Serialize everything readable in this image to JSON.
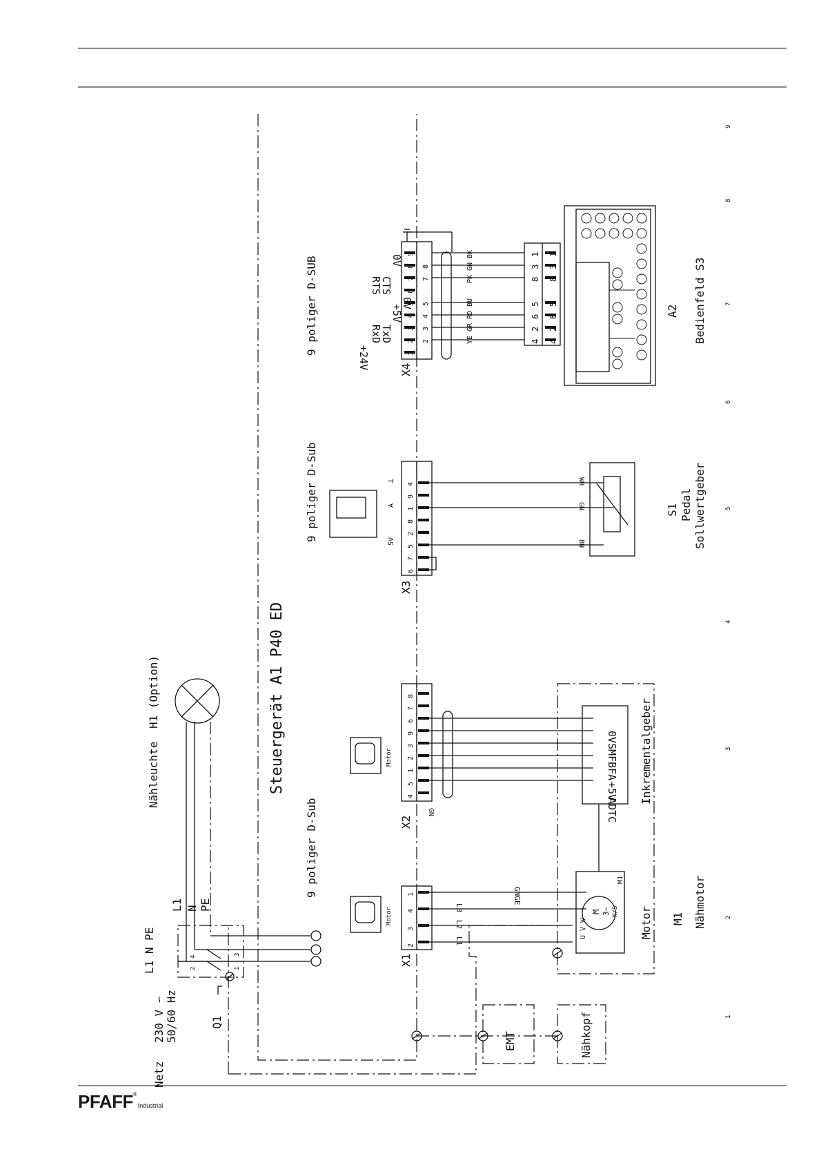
{
  "labels": {
    "netz": "Netz",
    "voltage": "230 V ∽",
    "freq": "50/60 Hz",
    "q1": "Q1",
    "mains_lines": "L1 N PE",
    "lamp_name": "Nähleuchte",
    "lamp_option": "H1 (Option)",
    "l1": "L1",
    "n": "N",
    "pe": "PE",
    "controller": "Steuergerät A1 P40 ED",
    "dsub_x1": "9 poliger D-Sub",
    "dsub_x3": "9 poliger D-Sub",
    "dsub_x4": "9 poliger D-SUB",
    "x1": "X1",
    "x2": "X2",
    "x3": "X3",
    "x4": "X4",
    "motor_icon": "Motor",
    "motor_label": "Motor",
    "m1": "M1",
    "m1_small": "M1",
    "naehmotor": "Nähmotor",
    "inkrementalgeber": "Inkrementalgeber",
    "s1": "S1",
    "pedal": "Pedal",
    "sollwertgeber": "Sollwertgeber",
    "a2": "A2",
    "bedienfeld": "Bedienfeld S3",
    "emt": "EMT",
    "naehkopf": "Nähkopf",
    "gn_x2": "GN",
    "gnge": "GNGE",
    "l3_wire": "L3",
    "l2_wire": "L2",
    "l1_wire": "L1",
    "wh": "WH",
    "gn": "GN",
    "bn": "BN",
    "x3_pot_a": "A",
    "x3_5v": "5V",
    "x3_gnd": "⊥",
    "ye": "YE",
    "gr": "GR",
    "rd": "RD",
    "bu": "BU",
    "pk": "PK",
    "gn_x4": "GN",
    "bk": "BK",
    "motor_uvw": "U V W",
    "motor_m": "M",
    "motor_3": "3∼",
    "motor_ns": "N/S"
  },
  "encoder_signals": [
    "ADTC",
    "+5V",
    "FA",
    "FB",
    "SM",
    "0V"
  ],
  "x4_signals": [
    "+24V",
    "RxD",
    "TxD",
    "+5V",
    "0V",
    "RTS",
    "CTS",
    "0V"
  ],
  "x1_pins": [
    "2",
    "3",
    "4",
    "1"
  ],
  "x1_pins_inner": [
    "2",
    "3",
    "4",
    "1"
  ],
  "x2_pins": [
    "4",
    "5",
    "1",
    "2",
    "3",
    "9",
    "6",
    "7",
    "8"
  ],
  "x3_pins": [
    "6",
    "7",
    "5",
    "2",
    "8",
    "1",
    "9",
    "4"
  ],
  "x4_pins_top": [
    "1",
    "2",
    "3",
    "4",
    "5",
    "6",
    "7",
    "8",
    "9"
  ],
  "x4_pins_bottom": [
    "2",
    "3",
    "4",
    "5",
    "7",
    "8"
  ],
  "a2_pins_top": [
    "4",
    "2",
    "6",
    "5",
    "8",
    "3",
    "1"
  ],
  "a2_pins_bottom": [
    "4",
    "2",
    "6",
    "5",
    "8",
    "3",
    "1"
  ],
  "q1_terminals": [
    "2",
    "4",
    "1",
    "3"
  ],
  "grid_columns": [
    "1",
    "2",
    "3",
    "4",
    "5",
    "6",
    "7",
    "8",
    "9"
  ],
  "logo": {
    "main": "PFAFF",
    "reg": "®",
    "sub": "Industrial"
  }
}
